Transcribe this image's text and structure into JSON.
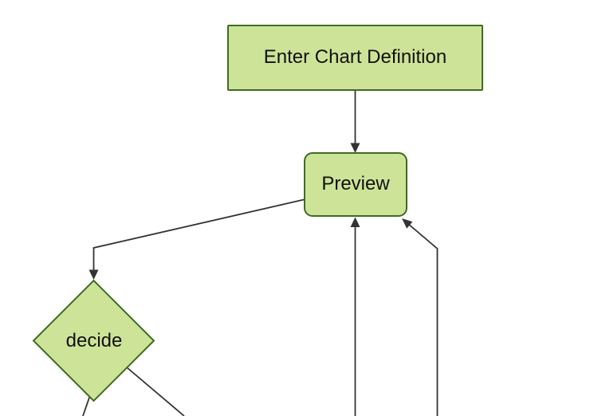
{
  "colors": {
    "background": "#ffffff",
    "node-fill": "#cde498",
    "node-stroke": "#3e6b22",
    "edge-stroke": "#333333",
    "text": "#111111"
  },
  "diagram": {
    "type": "flowchart",
    "nodes": {
      "enter": {
        "label": "Enter Chart Definition",
        "shape": "rectangle"
      },
      "preview": {
        "label": "Preview",
        "shape": "rounded-rectangle"
      },
      "decide": {
        "label": "decide",
        "shape": "diamond"
      }
    },
    "edges": [
      {
        "from": "enter",
        "to": "preview",
        "arrow": true
      },
      {
        "from": "preview",
        "to": "decide",
        "arrow": true
      },
      {
        "from": "offscreen-bottom-1",
        "to": "preview",
        "arrow": true
      },
      {
        "from": "offscreen-bottom-2",
        "to": "preview",
        "arrow": true
      },
      {
        "from": "decide",
        "to": "offscreen-bottom-left",
        "arrow": false
      },
      {
        "from": "decide",
        "to": "offscreen-bottom-right",
        "arrow": false
      }
    ]
  }
}
